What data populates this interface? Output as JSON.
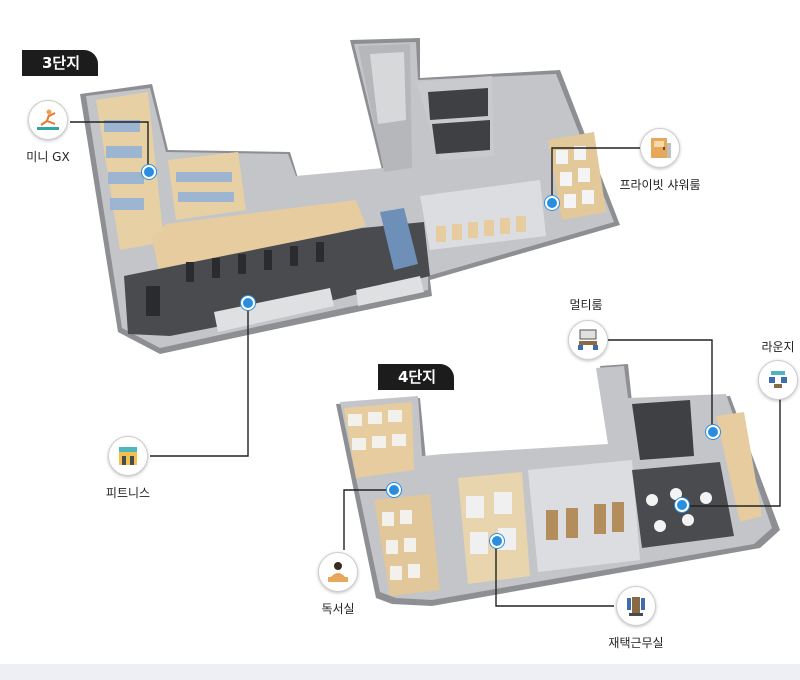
{
  "zones": {
    "zone3": {
      "label": "3단지"
    },
    "zone4": {
      "label": "4단지"
    }
  },
  "facilities": [
    {
      "key": "mini-gx",
      "label": "미니 GX",
      "icon": "yoga-icon"
    },
    {
      "key": "private-shower",
      "label": "프라이빗 샤워룸",
      "icon": "shower-room-icon"
    },
    {
      "key": "fitness",
      "label": "피트니스",
      "icon": "fitness-icon"
    },
    {
      "key": "multi-room",
      "label": "멀티룸",
      "icon": "multi-room-icon"
    },
    {
      "key": "lounge",
      "label": "라운지",
      "icon": "lounge-icon"
    },
    {
      "key": "reading-room",
      "label": "독서실",
      "icon": "reading-room-icon"
    },
    {
      "key": "home-office",
      "label": "재택근무실",
      "icon": "home-office-icon"
    }
  ],
  "colors": {
    "marker": "#2a8ee0",
    "tag": "#1c1c1c",
    "wood_floor": "#e2c99c",
    "dark_floor": "#4a4b4f",
    "wall": "#a9abaf",
    "glass": "#6d8fb8"
  }
}
